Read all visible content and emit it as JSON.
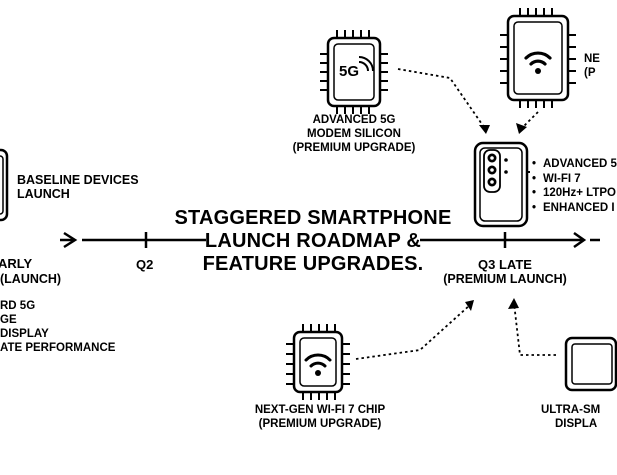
{
  "title": [
    "STAGGERED SMARTPHONE",
    "LAUNCH ROADMAP &",
    "FEATURE UPGRADES."
  ],
  "timeline": {
    "early_label": "ARLY",
    "early_sub": "(LAUNCH)",
    "q2_label": "Q2",
    "q3_label": "Q3 LATE",
    "q3_sub": "(PREMIUM LAUNCH)"
  },
  "baseline": {
    "label": [
      "BASELINE DEVICES",
      "LAUNCH"
    ],
    "features": [
      "RD 5G",
      "GE",
      "DISPLAY",
      "ATE PERFORMANCE"
    ]
  },
  "modem_chip": {
    "icon_text": "5G",
    "label": [
      "ADVANCED 5G",
      "MODEM SILICON",
      "(PREMIUM UPGRADE)"
    ]
  },
  "wifi_chip_top": {
    "label": [
      "NE",
      "(P"
    ]
  },
  "wifi_chip_bottom": {
    "label": [
      "NEXT-GEN WI-FI 7 CHIP",
      "(PREMIUM UPGRADE)"
    ]
  },
  "premium_features": [
    "ADVANCED 5",
    "WI-FI 7",
    "120Hz+ LTPO",
    "ENHANCED I"
  ],
  "display_item": {
    "label": [
      "ULTRA-SM",
      "DISPLA"
    ]
  }
}
